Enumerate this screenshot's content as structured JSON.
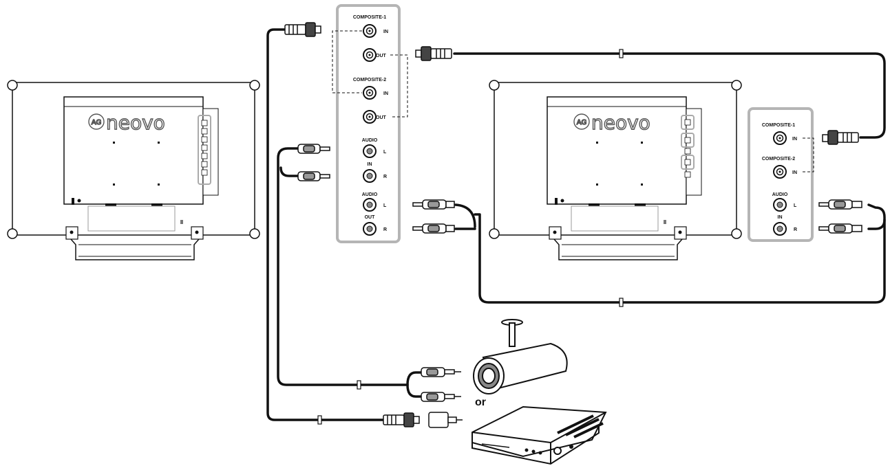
{
  "monitor_left": {
    "brand": "neovo",
    "badge": "AG"
  },
  "monitor_right": {
    "brand": "neovo",
    "badge": "AG"
  },
  "panel_left": {
    "composite1": "COMPOSITE-1",
    "composite2": "COMPOSITE-2",
    "in": "IN",
    "out": "OUT",
    "audio_in_line1": "AUDIO",
    "audio_in_line2": "IN",
    "audio_out_line1": "AUDIO",
    "audio_out_line2": "OUT",
    "left": "L",
    "right": "R"
  },
  "panel_right": {
    "composite1": "COMPOSITE-1",
    "composite2": "COMPOSITE-2",
    "in1": "IN",
    "in2": "IN",
    "audio_line1": "AUDIO",
    "audio_line2": "IN",
    "left": "L",
    "right": "R"
  },
  "sources": {
    "or": "or"
  },
  "colors": {
    "line": "#111111",
    "panel_border": "#b5b5b5",
    "logo_outline": "#555555"
  }
}
